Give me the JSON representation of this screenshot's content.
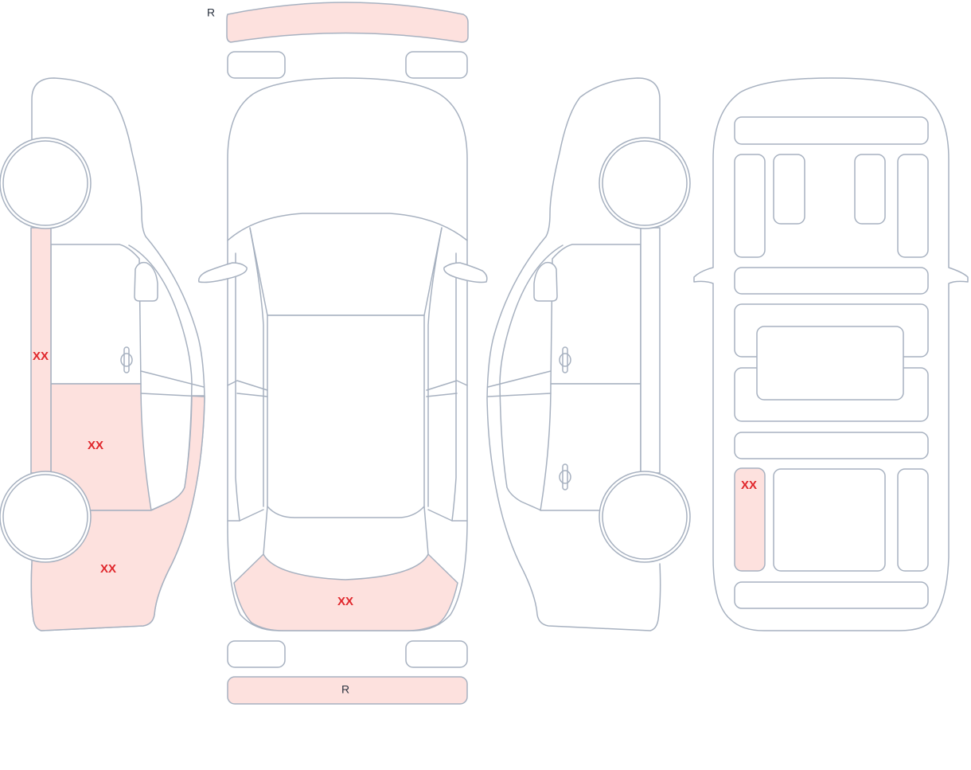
{
  "colors": {
    "outline": "#a7b1c0",
    "damage_fill": "#fde1de",
    "damage_label": "#e0262b",
    "plain_label": "#2b3340"
  },
  "marks": {
    "left_rocker": "XX",
    "left_rear_door": "XX",
    "left_rear_quarter": "XX",
    "rear_panel": "XX",
    "rear_left_seat": "XX",
    "front_bumper": "R",
    "rear_bumper": "R"
  }
}
